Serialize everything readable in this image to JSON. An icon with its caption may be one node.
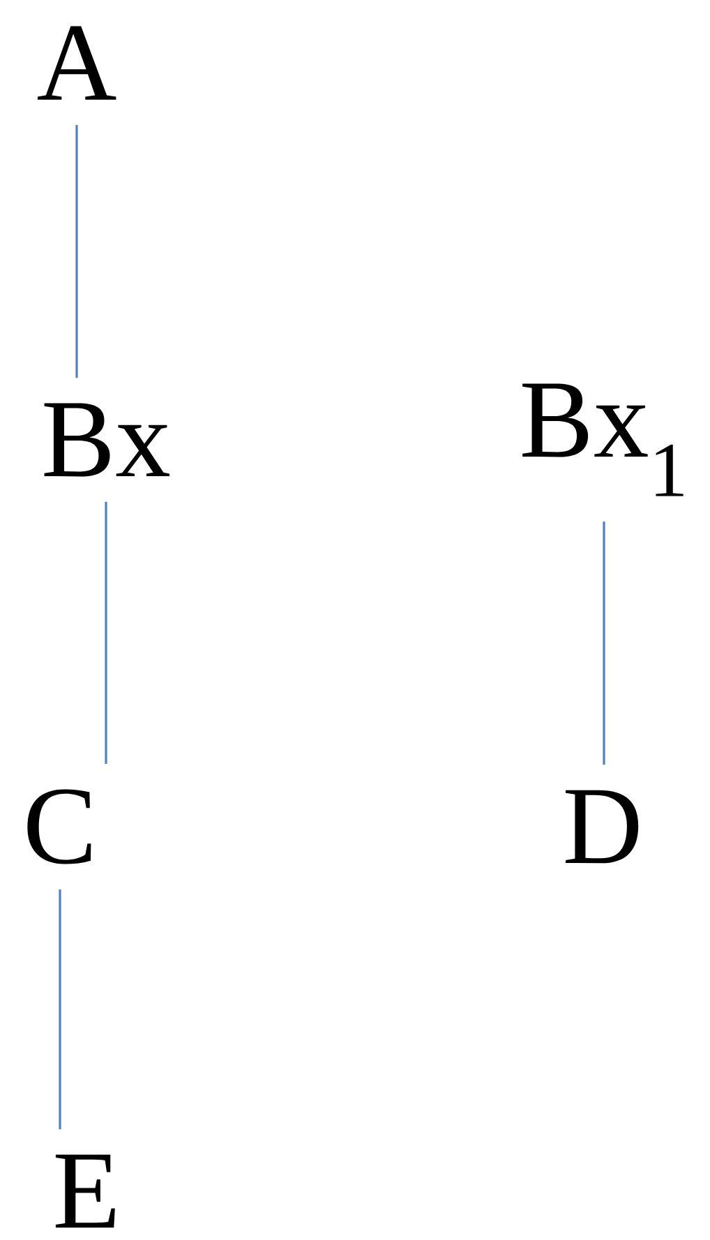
{
  "diagram": {
    "nodes": [
      {
        "text": [
          "A"
        ]
      },
      {
        "text": [
          "Bx"
        ]
      },
      {
        "text": [
          "C"
        ]
      },
      {
        "text": [
          "E"
        ]
      },
      {
        "text": [
          "Bx$_{1}$"
        ]
      },
      {
        "text": [
          "D"
        ]
      }
    ],
    "edges": [
      {
        "from": 0,
        "to": 1,
        "arrow": "none"
      },
      {
        "from": 1,
        "to": 2,
        "arrow": "none"
      },
      {
        "from": 2,
        "to": 3,
        "arrow": "none"
      },
      {
        "from": 4,
        "to": 5,
        "arrow": "none"
      }
    ]
  }
}
